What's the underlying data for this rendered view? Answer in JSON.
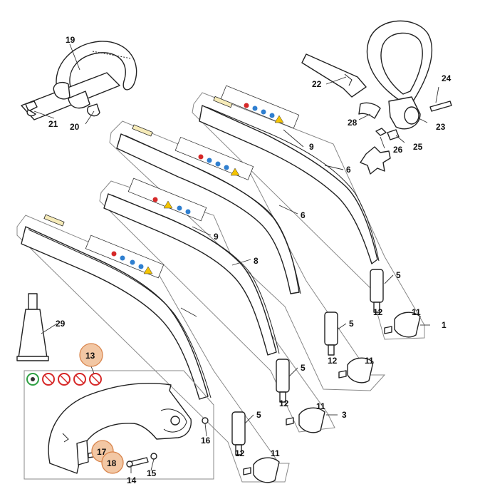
{
  "callouts": {
    "c1": "1",
    "c3": "3",
    "c5a": "5",
    "c5b": "5",
    "c5c": "5",
    "c5d": "5",
    "c6a": "6",
    "c6b": "6",
    "c8": "8",
    "c9a": "9",
    "c9b": "9",
    "c11a": "11",
    "c11b": "11",
    "c11c": "11",
    "c11d": "11",
    "c12a": "12",
    "c12b": "12",
    "c12c": "12",
    "c12d": "12",
    "c13": "13",
    "c14": "14",
    "c15": "15",
    "c16": "16",
    "c17": "17",
    "c18": "18",
    "c19": "19",
    "c20": "20",
    "c21": "21",
    "c22": "22",
    "c23": "23",
    "c24": "24",
    "c25": "25",
    "c26": "26",
    "c28": "28",
    "c29": "29"
  },
  "colors": {
    "highlight_fill": "#f2c7a4",
    "highlight_stroke": "#d9864e",
    "safety_blue": "#2f7fd0",
    "safety_red": "#d62828",
    "safety_yellow": "#f5c400",
    "ok_green": "#2ea043"
  }
}
